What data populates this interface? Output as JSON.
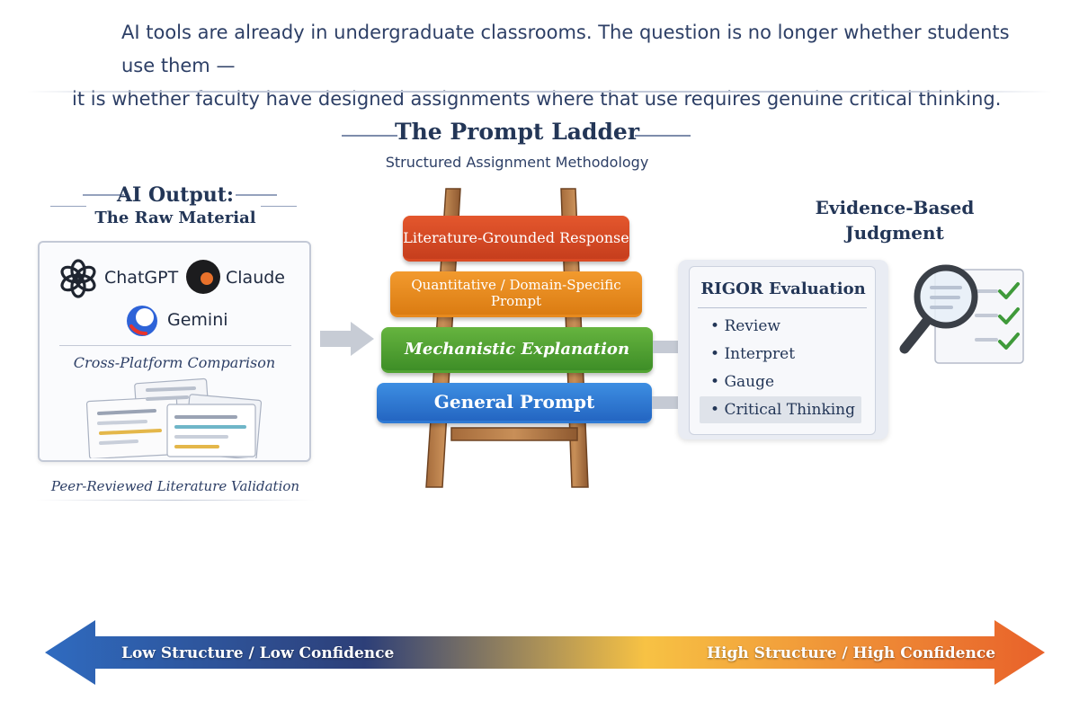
{
  "intro": {
    "line1": "AI tools are already in undergraduate classrooms. The question is no longer whether students use them —",
    "line2": "it is whether faculty have designed assignments where that use requires genuine critical thinking."
  },
  "ladder": {
    "title": "The Prompt Ladder",
    "subtitle": "Structured Assignment Methodology",
    "rungs": [
      {
        "label": "Literature-Grounded Response",
        "color": "#d94a24"
      },
      {
        "label": "Quantitative / Domain-Specific Prompt",
        "color": "#e88a1e"
      },
      {
        "label": "Mechanistic Explanation",
        "color": "#52a333"
      },
      {
        "label": "General Prompt",
        "color": "#2f7ad4"
      }
    ]
  },
  "ai_output": {
    "title": "AI Output:",
    "subtitle": "The Raw Material",
    "platforms": [
      {
        "name": "ChatGPT",
        "icon": "openai-logo-icon"
      },
      {
        "name": "Claude",
        "icon": "claude-logo-icon"
      },
      {
        "name": "Gemini",
        "icon": "gemini-logo-icon"
      }
    ],
    "comparison_label": "Cross-Platform Comparison",
    "validation_label": "Peer-Reviewed Literature Validation"
  },
  "evaluation": {
    "heading_line1": "Evidence-Based",
    "heading_line2": "Judgment",
    "panel_title": "RIGOR Evaluation",
    "items": [
      "Review",
      "Interpret",
      "Gauge",
      "Critical Thinking"
    ]
  },
  "spectrum": {
    "left_label": "Low Structure / Low Confidence",
    "right_label": "High Structure / High Confidence",
    "colors": {
      "start": "#2f6bc0",
      "mid": "#2d3f78",
      "warm": "#f7c244",
      "end": "#e8612a"
    }
  }
}
